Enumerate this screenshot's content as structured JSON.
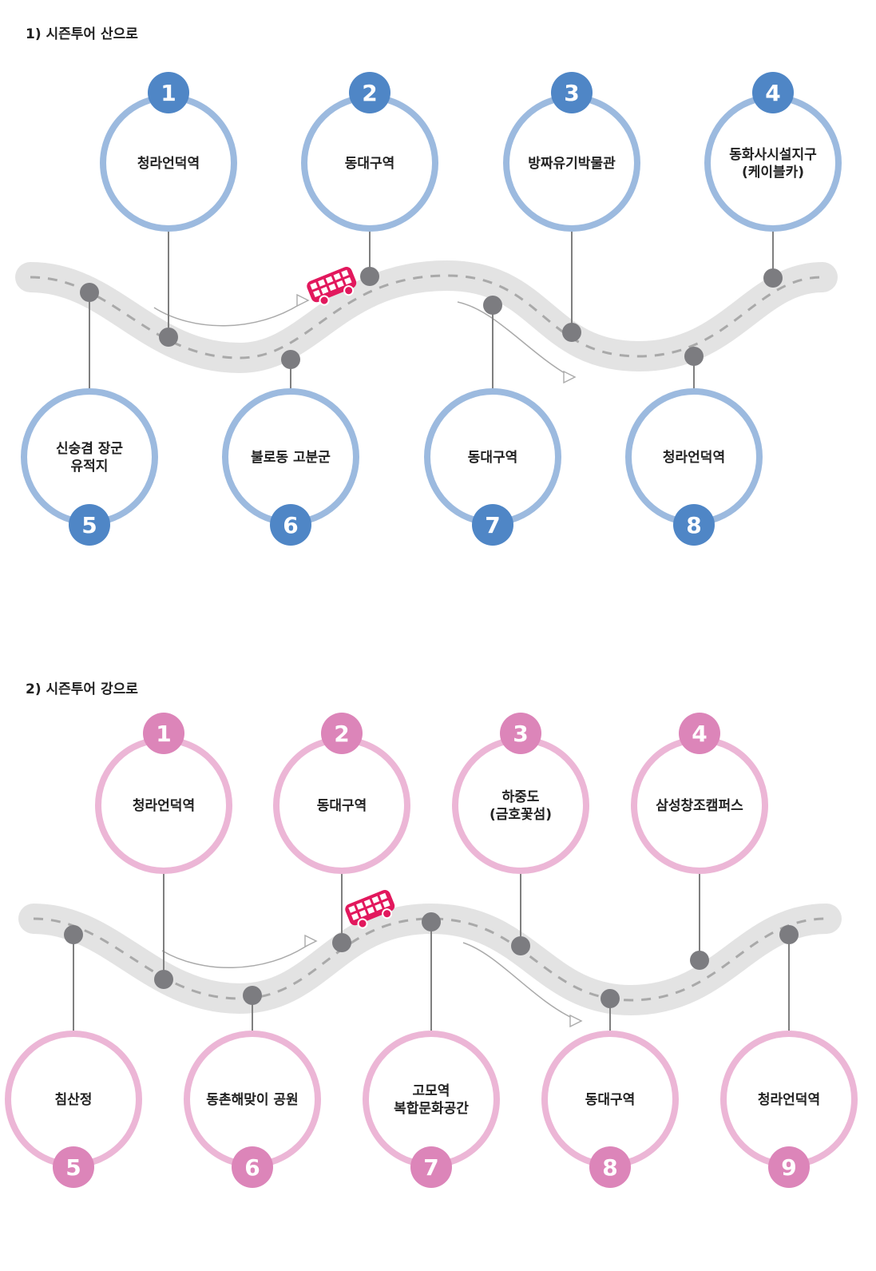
{
  "section1": {
    "title": "1) 시즌투어 산으로",
    "stops_top": [
      {
        "num": "1",
        "lines": [
          "청라언덕역"
        ]
      },
      {
        "num": "2",
        "lines": [
          "동대구역"
        ]
      },
      {
        "num": "3",
        "lines": [
          "방짜유기박물관"
        ]
      },
      {
        "num": "4",
        "lines": [
          "동화사시설지구",
          "(케이블카)"
        ]
      }
    ],
    "stops_bottom": [
      {
        "num": "5",
        "lines": [
          "신숭겸 장군",
          "유적지"
        ]
      },
      {
        "num": "6",
        "lines": [
          "불로동 고분군"
        ]
      },
      {
        "num": "7",
        "lines": [
          "동대구역"
        ]
      },
      {
        "num": "8",
        "lines": [
          "청라언덕역"
        ]
      }
    ]
  },
  "section2": {
    "title": "2) 시즌투어 강으로",
    "stops_top": [
      {
        "num": "1",
        "lines": [
          "청라언덕역"
        ]
      },
      {
        "num": "2",
        "lines": [
          "동대구역"
        ]
      },
      {
        "num": "3",
        "lines": [
          "하중도",
          "(금호꽃섬)"
        ]
      },
      {
        "num": "4",
        "lines": [
          "삼성창조캠퍼스"
        ]
      }
    ],
    "stops_bottom": [
      {
        "num": "5",
        "lines": [
          "침산정"
        ]
      },
      {
        "num": "6",
        "lines": [
          "동촌해맞이 공원"
        ]
      },
      {
        "num": "7",
        "lines": [
          "고모역",
          "복합문화공간"
        ]
      },
      {
        "num": "8",
        "lines": [
          "동대구역"
        ]
      },
      {
        "num": "9",
        "lines": [
          "청라언덕역"
        ]
      }
    ]
  },
  "colors": {
    "blue_ring": "#9cbadf",
    "blue_badge": "#4f86c6",
    "pink_ring": "#ecb6d6",
    "pink_badge": "#dc85b9",
    "road": "#e3e3e3",
    "road_dash": "#a9a9a9",
    "node": "#7c7c80",
    "connector": "#7f7f7f",
    "bus": "#e2185d"
  },
  "icons": [
    "bus-icon",
    "arrow-icon"
  ]
}
